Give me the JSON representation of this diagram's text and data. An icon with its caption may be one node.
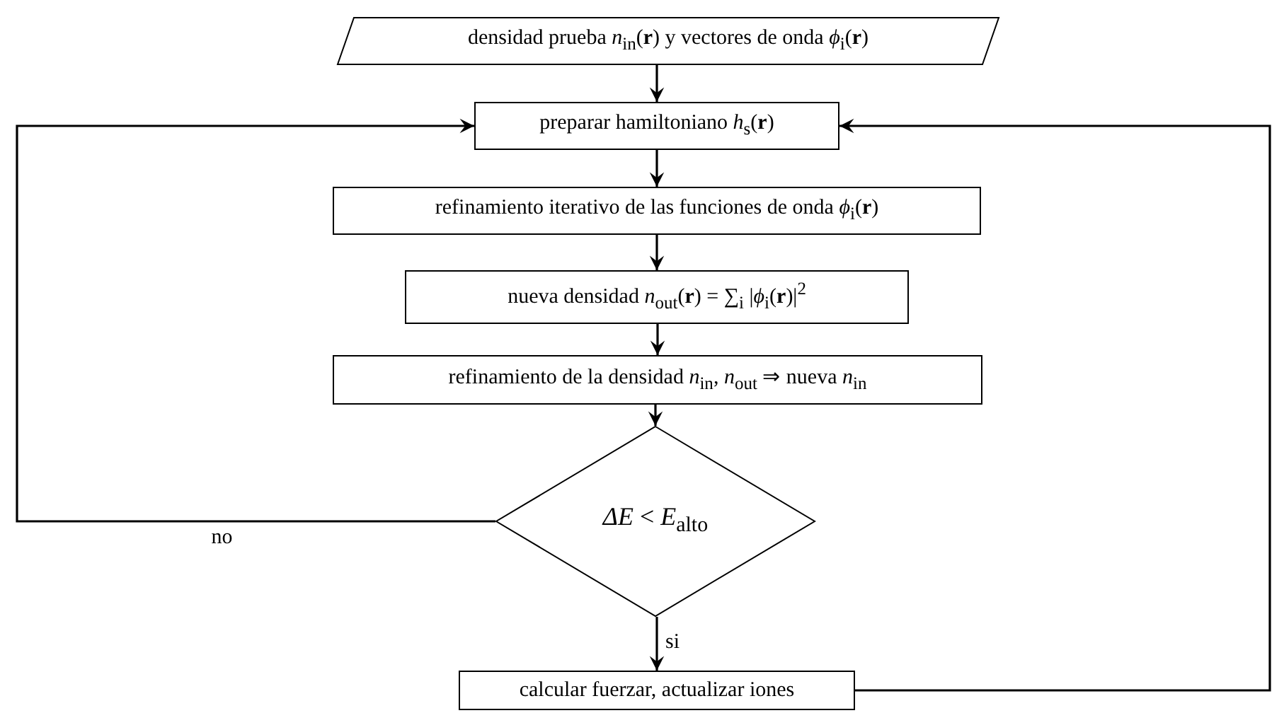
{
  "diagram": {
    "nodes": [
      {
        "text": [
          "densidad prueba *n*$_{in}$(**r**) y vectores de onda *ϕ*$_{i}$(**r**)"
        ]
      },
      {
        "text": [
          "preparar hamiltoniano *h*$_{s}$(**r**)"
        ]
      },
      {
        "text": [
          "refinamiento iterativo de las funciones de onda *ϕ*$_{i}$(**r**)"
        ]
      },
      {
        "text": [
          "nueva densidad *n*$_{out}$(**r**) = ∑$_{i}$ |*ϕ*$_{i}$(**r**)|$^{2}$"
        ]
      },
      {
        "text": [
          "refinamiento de la densidad *n*$_{in}$, *n*$_{out}$ ⇒ nueva *n*$_{in}$"
        ]
      },
      {
        "text": [
          "*ΔE* < *E*$_{alto}$"
        ]
      },
      {
        "text": [
          "calcular fuerzar, actualizar iones"
        ]
      }
    ],
    "edges": [
      {
        "from": 0,
        "to": 1,
        "arrow": "to"
      },
      {
        "from": 1,
        "to": 2,
        "arrow": "to"
      },
      {
        "from": 2,
        "to": 3,
        "arrow": "to"
      },
      {
        "from": 3,
        "to": 4,
        "arrow": "to"
      },
      {
        "from": 4,
        "to": 5,
        "arrow": "to"
      },
      {
        "from": 5,
        "to": 6,
        "label": "si",
        "arrow": "to"
      },
      {
        "from": 5,
        "to": 1,
        "label": "no",
        "arrow": "to"
      },
      {
        "from": 6,
        "to": 1,
        "arrow": "to"
      }
    ]
  }
}
